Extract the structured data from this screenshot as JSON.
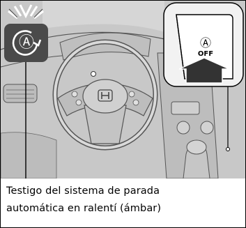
{
  "diagram": {
    "caption_lines": [
      "Testigo del sistema de parada",
      "automática en ralentí (ámbar)"
    ],
    "callout_symbol": "Ⓐ",
    "button_symbol": "Ⓐ",
    "button_label": "OFF",
    "colors": {
      "background": "#ffffff",
      "dashboard_fill": "#c4c4c4",
      "line_art": "#5c5c5c",
      "callout_panel": "#4a4a4a",
      "symbol_white": "#ffffff"
    },
    "icons": [
      "auto-idle-stop-indicator-icon",
      "auto-idle-stop-off-button-icon",
      "press-arrow-icon",
      "steering-wheel-icon",
      "honda-emblem-icon"
    ]
  }
}
